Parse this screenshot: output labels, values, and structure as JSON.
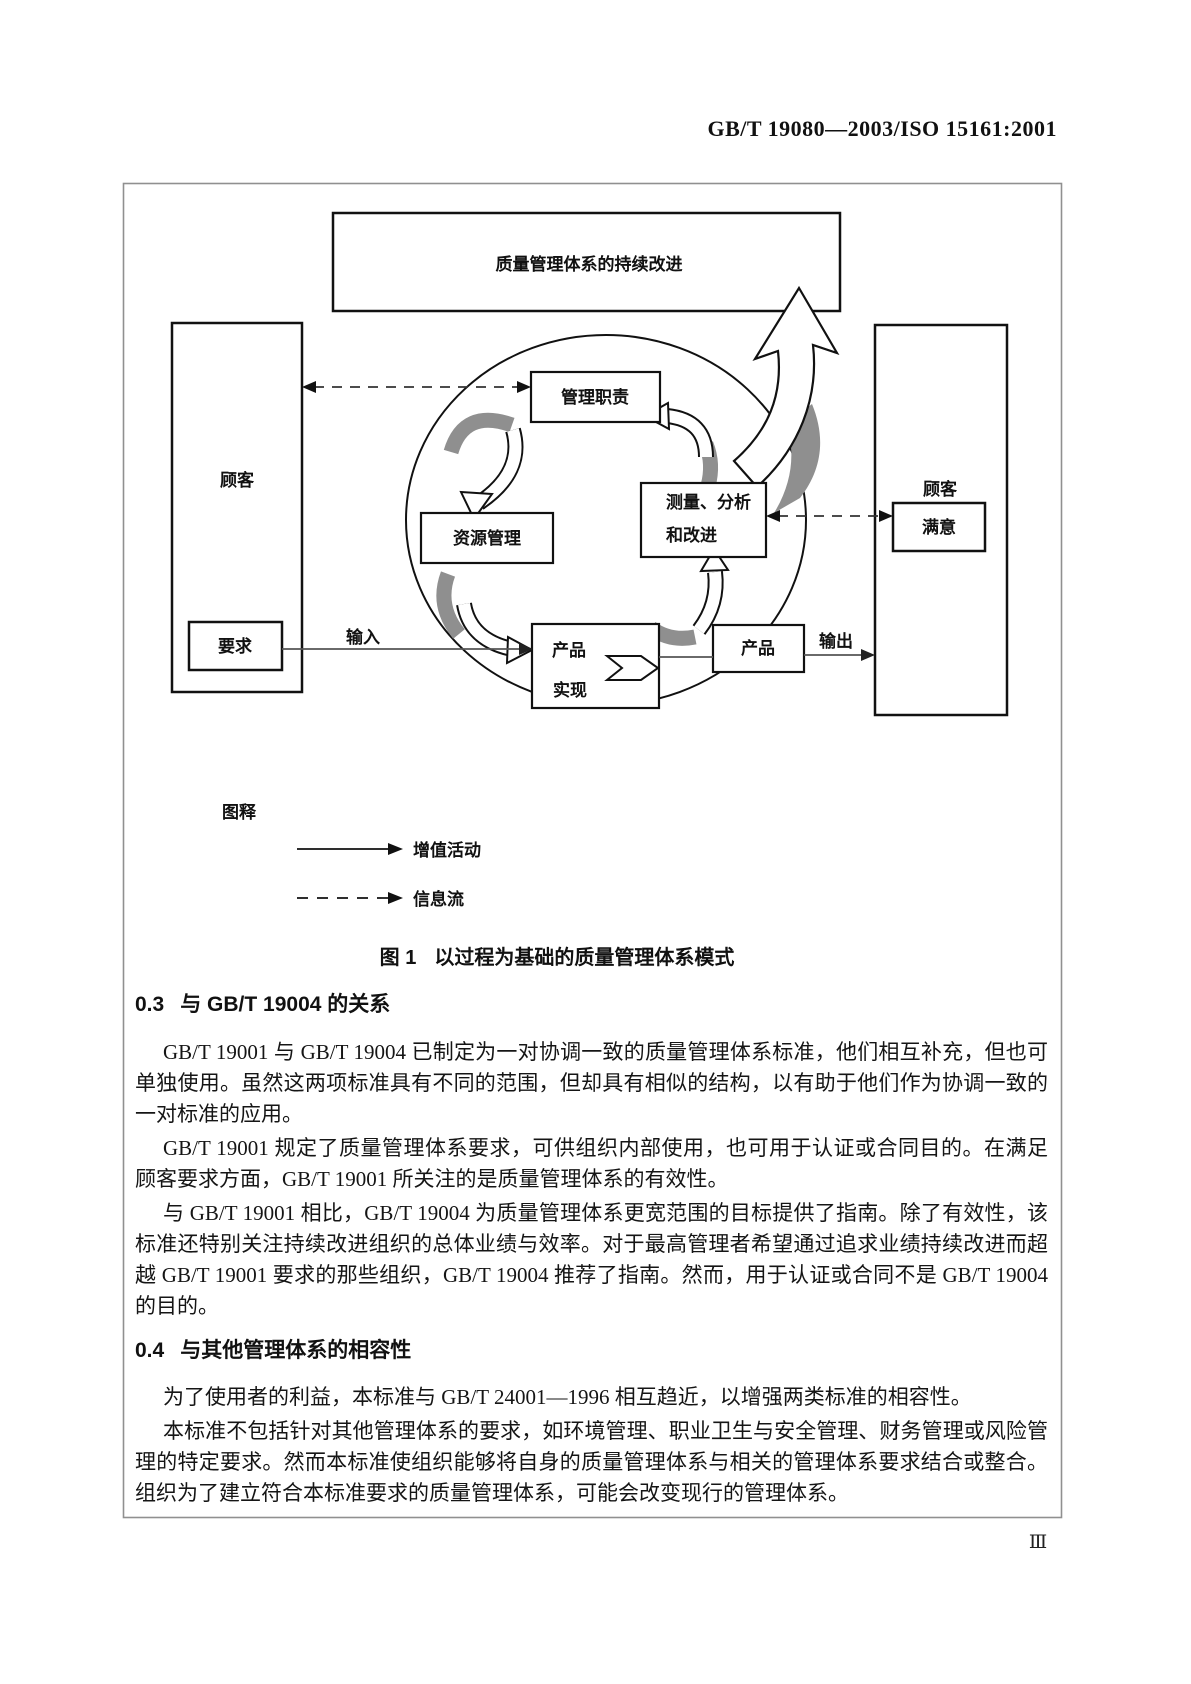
{
  "header": {
    "standard_code": "GB/T 19080—2003/ISO 15161:2001"
  },
  "figure": {
    "caption_label": "图 1",
    "caption_title": "以过程为基础的质量管理体系模式",
    "boxes": {
      "continual_improvement": "质量管理体系的持续改进",
      "customer_left": "顾客",
      "requirements": "要求",
      "management_responsibility": "管理职责",
      "resource_management": "资源管理",
      "measurement_line1": "测量、分析",
      "measurement_line2": "和改进",
      "product_realization_line1": "产品",
      "product_realization_line2": "实现",
      "product": "产品",
      "customer_right": "顾客",
      "satisfaction": "满意"
    },
    "flow_labels": {
      "input": "输入",
      "output": "输出"
    },
    "legend": {
      "title": "图释",
      "solid_arrow": "增值活动",
      "dashed_arrow": "信息流"
    },
    "colors": {
      "line_black": "#111111",
      "arrow_gray": "#8f8f8f",
      "frame_border": "#909090",
      "flow_line_gray": "#555555"
    }
  },
  "sections": [
    {
      "number": "0.3",
      "title": "与 GB/T 19004 的关系",
      "paragraphs": [
        "GB/T 19001 与 GB/T 19004 已制定为一对协调一致的质量管理体系标准，他们相互补充，但也可单独使用。虽然这两项标准具有不同的范围，但却具有相似的结构，以有助于他们作为协调一致的一对标准的应用。",
        "GB/T 19001 规定了质量管理体系要求，可供组织内部使用，也可用于认证或合同目的。在满足顾客要求方面，GB/T 19001 所关注的是质量管理体系的有效性。",
        "与 GB/T 19001 相比，GB/T 19004 为质量管理体系更宽范围的目标提供了指南。除了有效性，该标准还特别关注持续改进组织的总体业绩与效率。对于最高管理者希望通过追求业绩持续改进而超越 GB/T 19001 要求的那些组织，GB/T 19004 推荐了指南。然而，用于认证或合同不是 GB/T 19004的目的。"
      ]
    },
    {
      "number": "0.4",
      "title": "与其他管理体系的相容性",
      "paragraphs": [
        "为了使用者的利益，本标准与 GB/T 24001—1996 相互趋近，以增强两类标准的相容性。",
        "本标准不包括针对其他管理体系的要求，如环境管理、职业卫生与安全管理、财务管理或风险管理的特定要求。然而本标准使组织能够将自身的质量管理体系与相关的管理体系要求结合或整合。组织为了建立符合本标准要求的质量管理体系，可能会改变现行的管理体系。"
      ]
    }
  ],
  "page_number": "Ⅲ"
}
